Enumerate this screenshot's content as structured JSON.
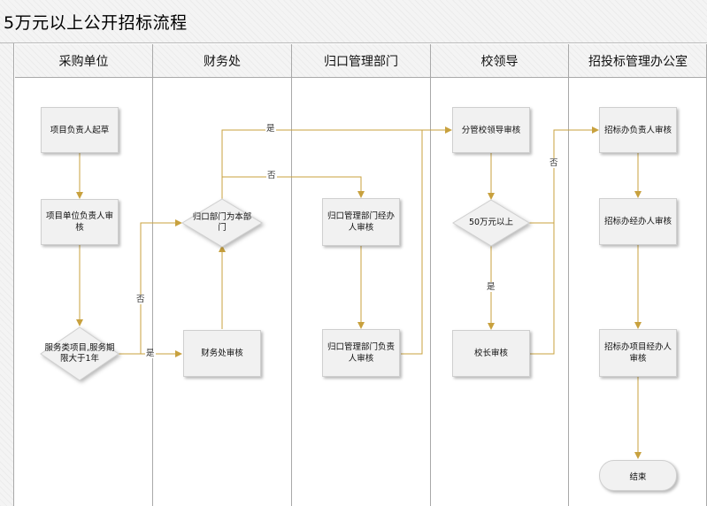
{
  "title": "5万元以上公开招标流程",
  "lanes": [
    "采购单位",
    "财务处",
    "归口管理部门",
    "校领导",
    "招投标管理办公室"
  ],
  "nodes": {
    "draft": "项目负责人起草",
    "unit_review": "项目单位负责人审核",
    "service_check": "服务类项目,服务期限大于1年",
    "dept_check": "归口部门为本部门",
    "finance_review": "财务处审核",
    "dept_handler_review": "归口管理部门经办人审核",
    "dept_head_review": "归口管理部门负责人审核",
    "leader_review": "分管校领导审核",
    "amount_check": "50万元以上",
    "president_review": "校长审核",
    "office_head_review": "招标办负责人审核",
    "office_handler_review": "招标办经办人审核",
    "office_project_review": "招标办项目经办人审核",
    "end": "结束"
  },
  "edge_labels": {
    "yes": "是",
    "no": "否"
  },
  "colors": {
    "connector": "#c8a13e",
    "lane_divider": "#a9a9a9",
    "node_fill": "#f1f1f1"
  }
}
